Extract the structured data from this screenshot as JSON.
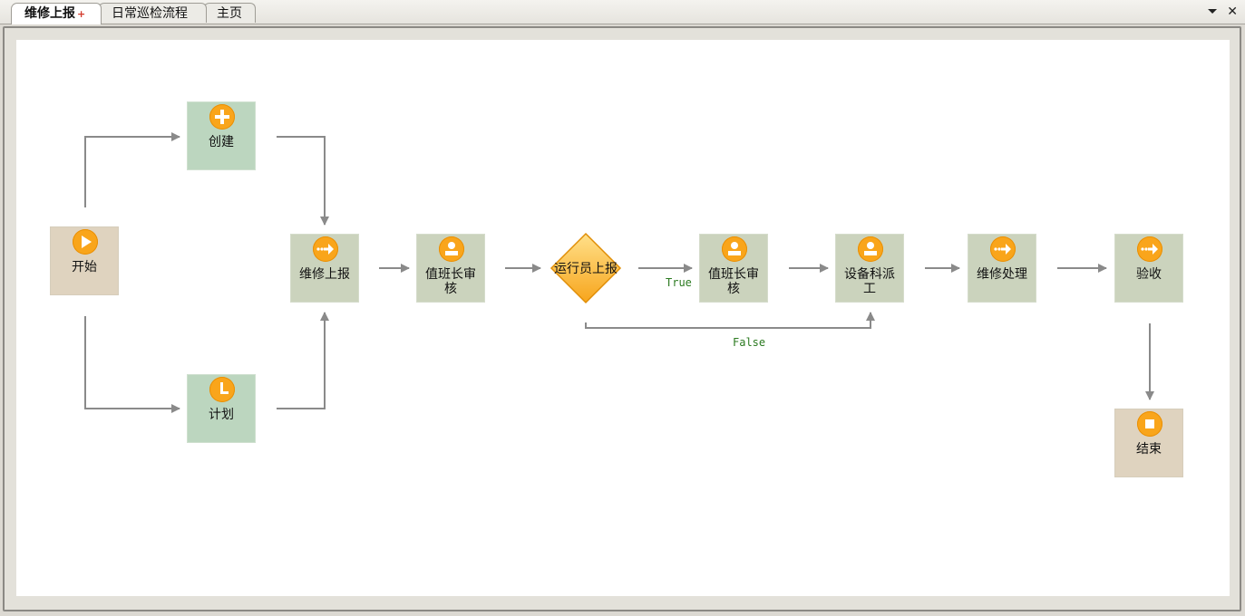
{
  "tabs": [
    {
      "label": "维修上报",
      "active": true,
      "modified_mark": "+"
    },
    {
      "label": "日常巡检流程",
      "active": false
    },
    {
      "label": "主页",
      "active": false
    }
  ],
  "toolbar": {
    "menu_icon": "⏷",
    "close_icon": "✕"
  },
  "nodes": {
    "start": "开始",
    "create": "创建",
    "plan": "计划",
    "report": "维修上报",
    "shift_review": "值班长审核",
    "operator_report": "运行员上报",
    "shift_review2": "值班长审核",
    "dispatch": "设备科派工",
    "repair": "维修处理",
    "accept": "验收",
    "end": "结束"
  },
  "edges": {
    "true_label": "True",
    "false_label": "False"
  },
  "colors": {
    "accent": "#f9a51b",
    "arrow": "#8a8a8a",
    "green_label": "#2b7a20"
  }
}
